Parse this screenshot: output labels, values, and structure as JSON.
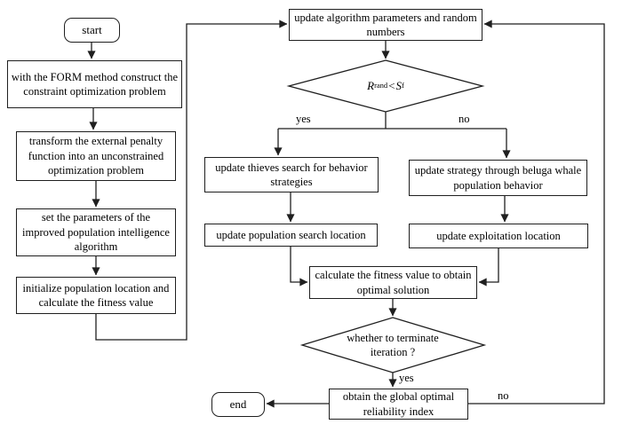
{
  "nodes": {
    "start": "start",
    "form_method": "with the FORM method construct the constraint optimization problem",
    "penalty": "transform the external penalty function into an unconstrained optimization problem",
    "set_params": "set the parameters of the improved population intelligence algorithm",
    "init_population": "initialize population location and calculate the fitness value",
    "update_params": "update algorithm parameters and random numbers",
    "decision_rand": {
      "var1": "R",
      "sub1": "rand",
      "op": "<",
      "var2": "S",
      "sub2": "f"
    },
    "thieves": "update thieves search for behavior strategies",
    "beluga": "update strategy through beluga whale population behavior",
    "population_search": "update population search location",
    "exploitation": "update exploitation location",
    "fitness": "calculate the fitness value to obtain optimal solution",
    "terminate": "whether to terminate iteration ?",
    "reliability": "obtain the global optimal reliability index",
    "end": "end"
  },
  "labels": {
    "yes_branch": "yes",
    "no_branch": "no",
    "yes_terminate": "yes",
    "no_terminate": "no"
  },
  "colors": {
    "line": "#1f1f1f",
    "background": "#ffffff"
  }
}
